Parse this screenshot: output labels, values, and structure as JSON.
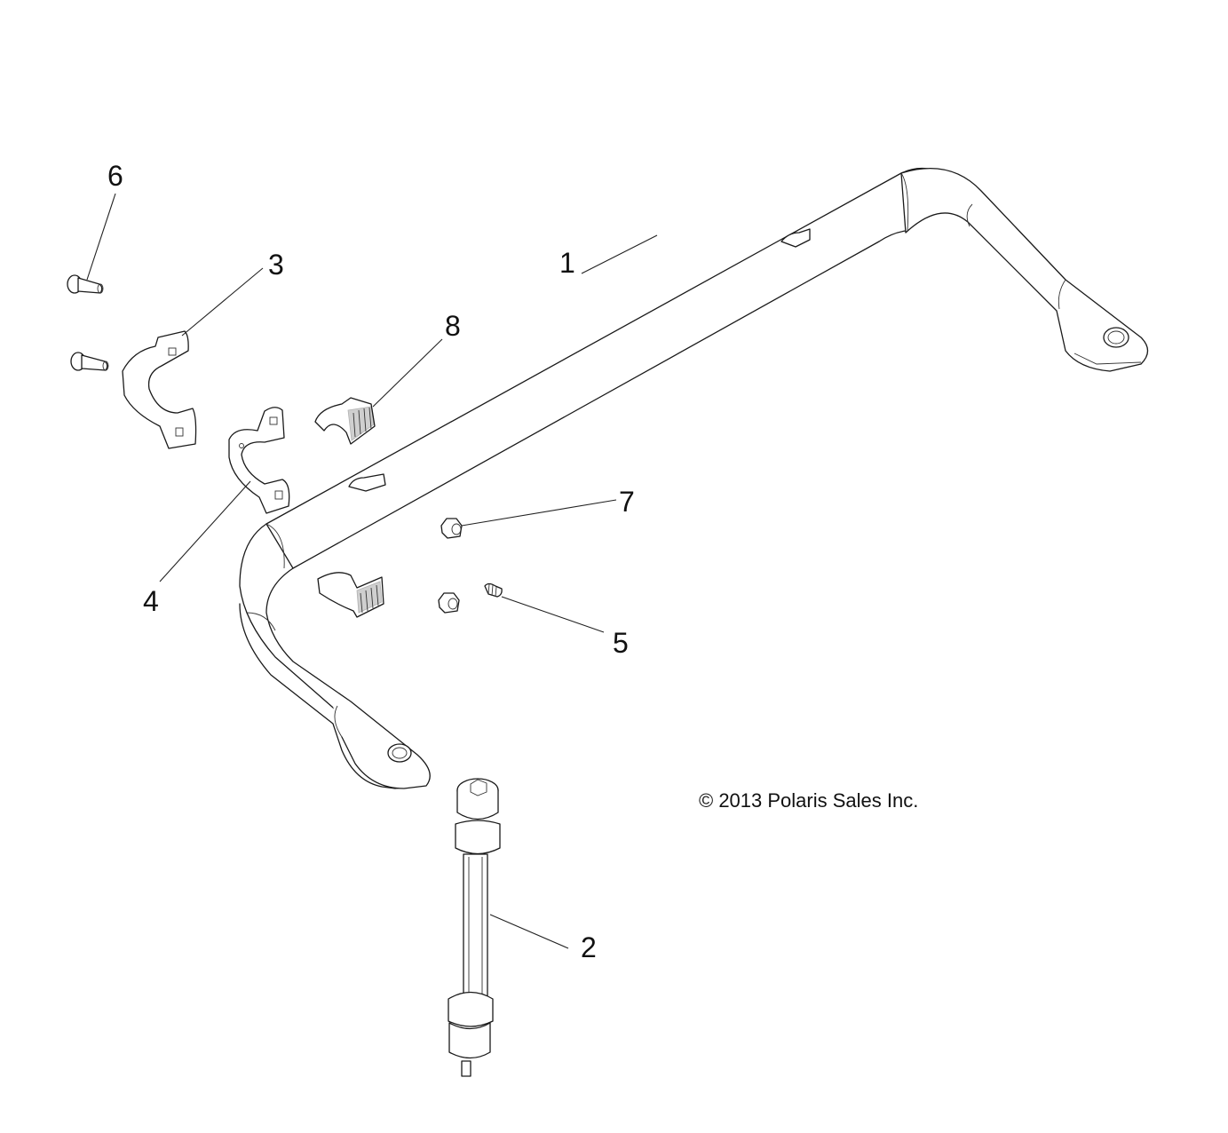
{
  "diagram": {
    "title": "Stabilizer Bar Assembly (exploded view)",
    "copyright": "© 2013 Polaris Sales Inc.",
    "callouts": [
      {
        "id": "1",
        "label": "1",
        "part": "stabilizer-bar"
      },
      {
        "id": "2",
        "label": "2",
        "part": "link-rod"
      },
      {
        "id": "3",
        "label": "3",
        "part": "bracket-clamp-left"
      },
      {
        "id": "4",
        "label": "4",
        "part": "bracket-clamp-right"
      },
      {
        "id": "5",
        "label": "5",
        "part": "grease-fitting"
      },
      {
        "id": "6",
        "label": "6",
        "part": "bolt"
      },
      {
        "id": "7",
        "label": "7",
        "part": "flange-nut"
      },
      {
        "id": "8",
        "label": "8",
        "part": "bushing"
      }
    ]
  }
}
